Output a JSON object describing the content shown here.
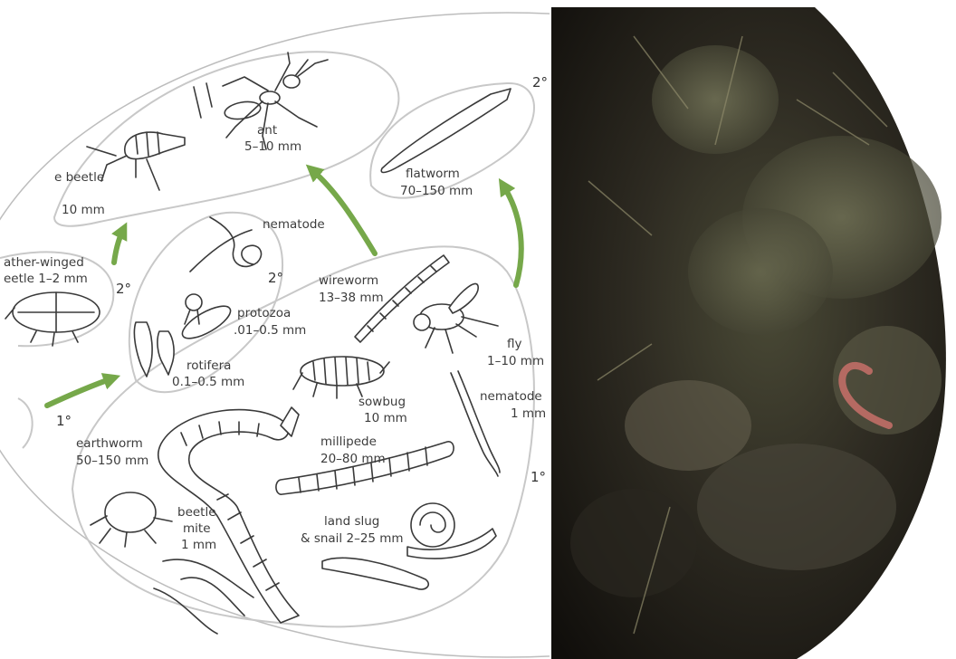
{
  "organisms": {
    "ant": {
      "name": "ant",
      "size": "5–10 mm"
    },
    "rove_beetle": {
      "name": "e beetle",
      "size": "10 mm"
    },
    "feather_winged_beetle": {
      "name": "ather-winged",
      "size": "eetle 1–2 mm"
    },
    "nematode_top": {
      "name": "nematode"
    },
    "protozoa": {
      "name": "protozoa",
      "size": ".01–0.5 mm"
    },
    "rotifera": {
      "name": "rotifera",
      "size": "0.1–0.5 mm"
    },
    "flatworm": {
      "name": "flatworm",
      "size": "70–150 mm"
    },
    "wireworm": {
      "name": "wireworm",
      "size": "13–38 mm"
    },
    "fly": {
      "name": "fly",
      "size": "1–10 mm"
    },
    "sowbug": {
      "name": "sowbug",
      "size": "10 mm"
    },
    "nematode_right": {
      "name": "nematode",
      "size": "1 mm"
    },
    "earthworm": {
      "name": "earthworm",
      "size": "50–150 mm"
    },
    "millipede": {
      "name": "millipede",
      "size": "20–80 mm"
    },
    "beetle_mite": {
      "name": "beetle",
      "name2": "mite",
      "size": "1 mm"
    },
    "land_slug": {
      "name": "land slug",
      "size": "& snail 2–25 mm"
    }
  },
  "levels": {
    "secondary_top_right": "2°",
    "secondary_upper_left": "2°",
    "secondary_nematode": "2°",
    "primary_left": "1°",
    "primary_right": "1°"
  },
  "colors": {
    "arrow": "#76a84a",
    "bubble": "#c8c8c8",
    "ink": "#3a3a3a",
    "soil_dark": "#15130f",
    "soil_mid": "#5a5a44",
    "worm": "#b56a62"
  }
}
